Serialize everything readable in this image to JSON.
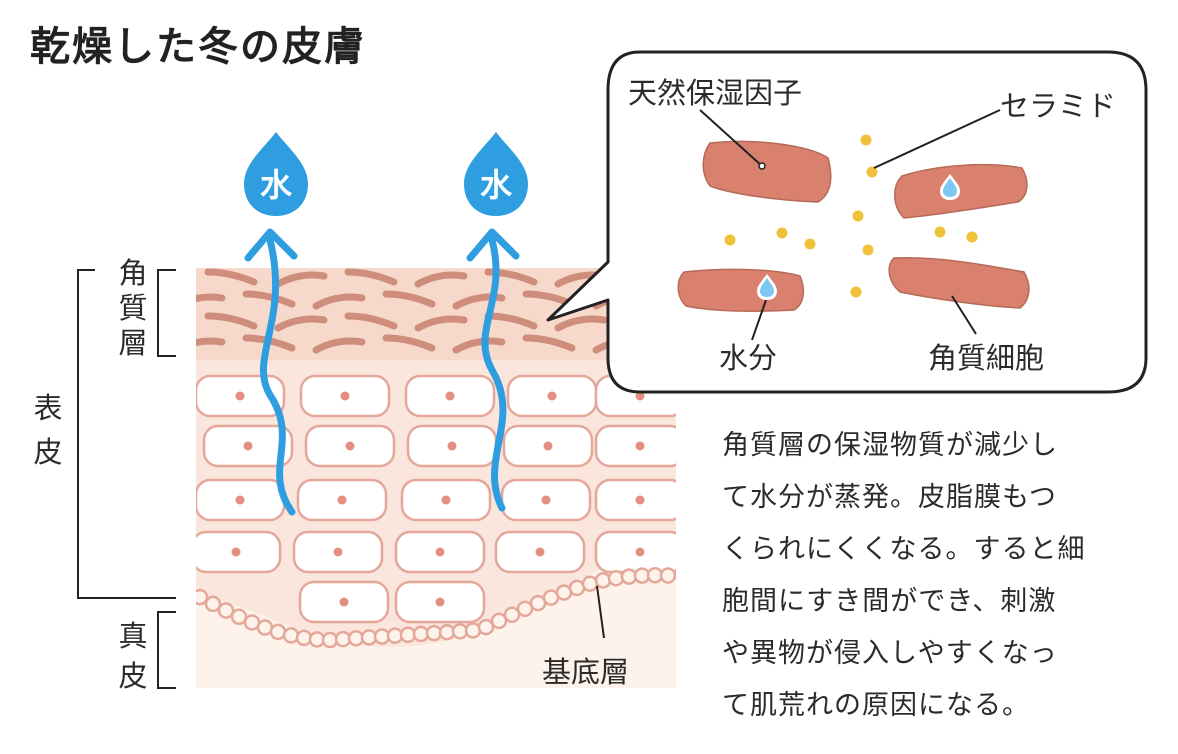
{
  "title": "乾燥した冬の皮膚",
  "drop_char": "水",
  "labels": {
    "kakushitsu_sou": [
      "角",
      "質",
      "層"
    ],
    "hyohi": [
      "表",
      "皮"
    ],
    "shinpi": [
      "真",
      "皮"
    ],
    "kitei_sou": "基底層"
  },
  "callout": {
    "natural_moisturizing_factor": "天然保湿因子",
    "ceramide": "セラミド",
    "water": "水分",
    "corneocyte": "角質細胞"
  },
  "description_lines": [
    "角質層の保湿物質が減少し",
    "て水分が蒸発。皮脂膜もつ",
    "くられにくくなる。すると細",
    "胞間にすき間ができ、刺激",
    "や異物が侵入しやすくなっ",
    "て肌荒れの原因になる。"
  ],
  "colors": {
    "skin_bg": "#fbe6dd",
    "corneum_bg": "#f7d9cc",
    "dermis_bg": "#fdf3ea",
    "flake": "#cf8d7c",
    "cell_fill": "#ffffff",
    "cell_stroke": "#e4a79a",
    "nucleus": "#e28f82",
    "arrow_blue": "#2f9ee0",
    "corneocyte_fill": "#d9816e",
    "ceramide_dot": "#f0c13a",
    "outline": "#222222"
  }
}
